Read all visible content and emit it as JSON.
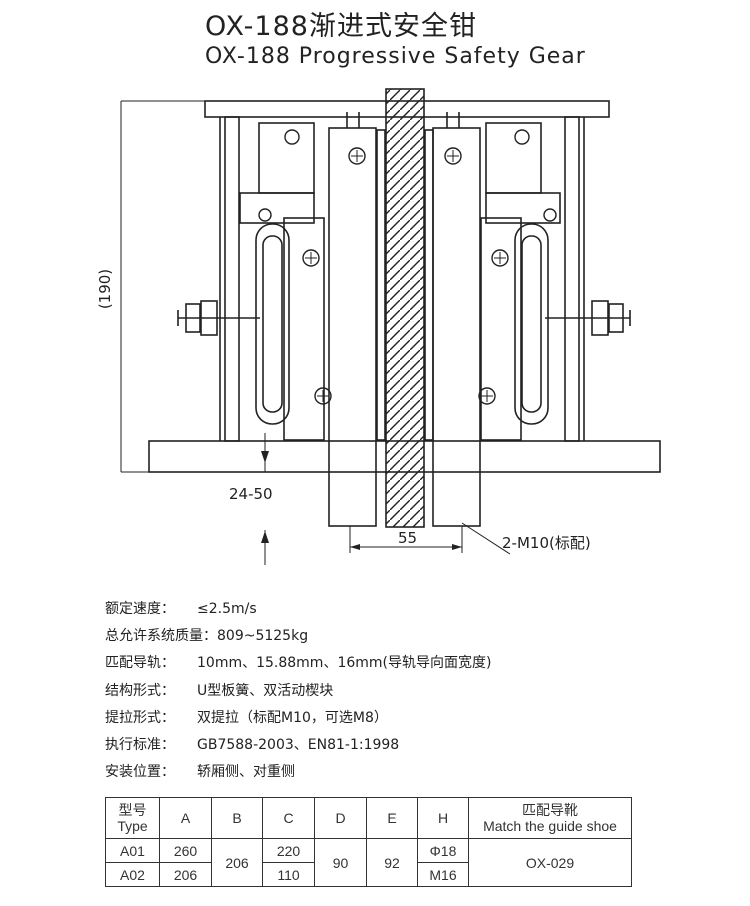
{
  "title": {
    "cn": "OX-188渐进式安全钳",
    "en": "OX-188 Progressive Safety Gear"
  },
  "drawing": {
    "dim_height": "(190)",
    "dim_stroke": "24-50",
    "dim_width": "55",
    "dim_bolt": "2-M10(标配)"
  },
  "specs": [
    {
      "label": "额定速度：",
      "value": "≤2.5m/s"
    },
    {
      "label": "总允许系统质量：",
      "value": "809~5125kg"
    },
    {
      "label": "匹配导轨：",
      "value": "10mm、15.88mm、16mm(导轨导向面宽度)"
    },
    {
      "label": "结构形式：",
      "value": "U型板簧、双活动楔块"
    },
    {
      "label": "提拉形式：",
      "value": "双提拉（标配M10，可选M8）"
    },
    {
      "label": "执行标准：",
      "value": "GB7588-2003、EN81-1:1998"
    },
    {
      "label": "安装位置：",
      "value": "轿厢侧、对重侧"
    }
  ],
  "table": {
    "headers": {
      "type_cn": "型号",
      "type_en": "Type",
      "a": "A",
      "b": "B",
      "c": "C",
      "d": "D",
      "e": "E",
      "h": "H",
      "shoe_cn": "匹配导靴",
      "shoe_en": "Match the guide shoe"
    },
    "rows": [
      {
        "type": "A01",
        "a": "260",
        "c": "220",
        "h": "Φ18"
      },
      {
        "type": "A02",
        "a": "206",
        "c": "110",
        "h": "M16"
      }
    ],
    "shared": {
      "b": "206",
      "d": "90",
      "e": "92",
      "shoe": "OX-029"
    }
  }
}
